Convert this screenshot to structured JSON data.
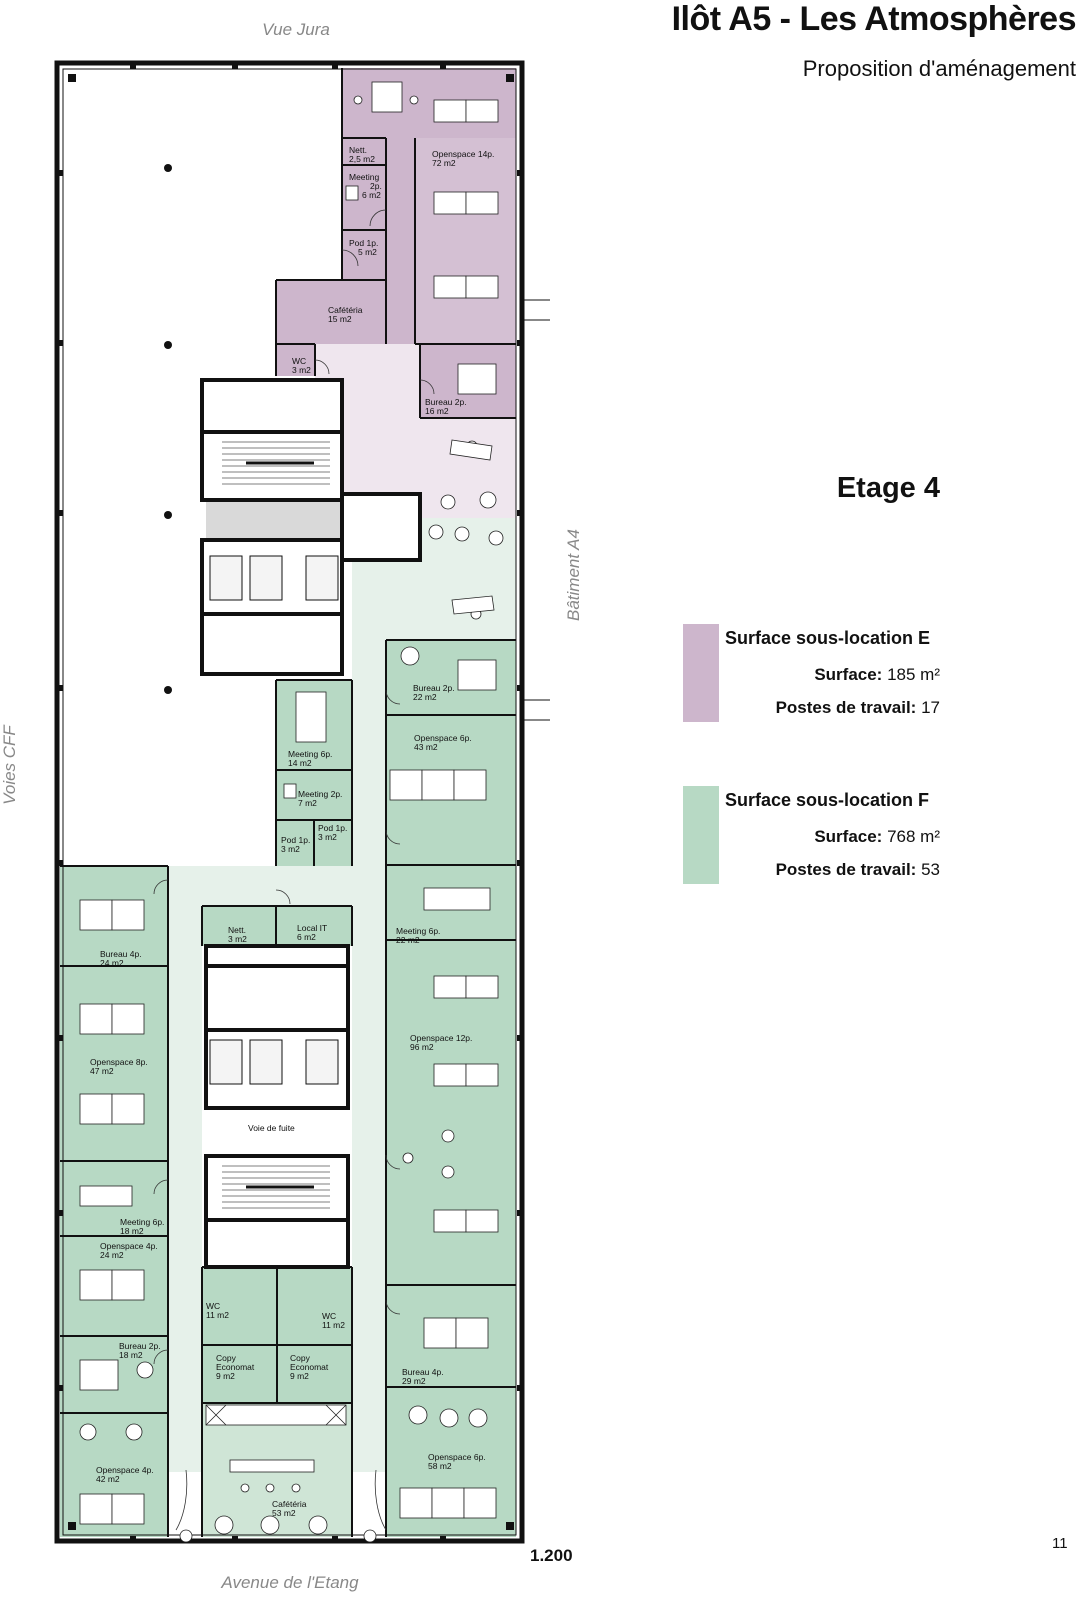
{
  "header": {
    "title": "Ilôt A5 - Les Atmosphères",
    "subtitle": "Proposition d'aménagement"
  },
  "orientation": {
    "top": "Vue Jura",
    "bottom": "Avenue de l'Etang",
    "left": "Voies CFF",
    "right": "Bâtiment A4"
  },
  "floor_label": "Etage  4",
  "legend": {
    "E": {
      "title": "Surface sous-location E",
      "surface_label": "Surface:",
      "surface_value": "185 m²",
      "posts_label": "Postes de travail:",
      "posts_value": "17",
      "color": "#cdb6cc"
    },
    "F": {
      "title": "Surface sous-location F",
      "surface_label": "Surface:",
      "surface_value": "768 m²",
      "posts_label": "Postes de travail:",
      "posts_value": "53",
      "color": "#b7d9c4"
    }
  },
  "scale": "1.200",
  "page_number": "11",
  "rooms": [
    {
      "id": "e_nett",
      "l1": "Nett.",
      "l2": "2,5 m2",
      "zone": "E"
    },
    {
      "id": "e_open14",
      "l1": "Openspace 14p.",
      "l2": "72 m2",
      "zone": "E"
    },
    {
      "id": "e_meet2",
      "l1": "Meeting",
      "l2": "2p.",
      "l3": "6 m2",
      "zone": "E"
    },
    {
      "id": "e_pod1",
      "l1": "Pod 1p.",
      "l2": "5 m2",
      "zone": "E"
    },
    {
      "id": "e_cafe",
      "l1": "Cafétéria",
      "l2": "15 m2",
      "zone": "E"
    },
    {
      "id": "e_wc",
      "l1": "WC",
      "l2": "3 m2",
      "zone": "E"
    },
    {
      "id": "e_bur2",
      "l1": "Bureau 2p.",
      "l2": "16 m2",
      "zone": "E"
    },
    {
      "id": "f_bur2a",
      "l1": "Bureau 2p.",
      "l2": "22 m2",
      "zone": "F"
    },
    {
      "id": "f_open6a",
      "l1": "Openspace 6p.",
      "l2": "43 m2",
      "zone": "F"
    },
    {
      "id": "f_meet6a",
      "l1": "Meeting 6p.",
      "l2": "14 m2",
      "zone": "F"
    },
    {
      "id": "f_meet2",
      "l1": "Meeting 2p.",
      "l2": "7 m2",
      "zone": "F"
    },
    {
      "id": "f_pod1a",
      "l1": "Pod 1p.",
      "l2": "3 m2",
      "zone": "F"
    },
    {
      "id": "f_pod1b",
      "l1": "Pod 1p.",
      "l2": "3 m2",
      "zone": "F"
    },
    {
      "id": "f_bur4a",
      "l1": "Bureau 4p.",
      "l2": "24 m2",
      "zone": "F"
    },
    {
      "id": "f_nett",
      "l1": "Nett.",
      "l2": "3 m2",
      "zone": "F"
    },
    {
      "id": "f_localit",
      "l1": "Local IT",
      "l2": "6 m2",
      "zone": "F"
    },
    {
      "id": "f_meet6b",
      "l1": "Meeting 6p.",
      "l2": "22 m2",
      "zone": "F"
    },
    {
      "id": "f_open8",
      "l1": "Openspace 8p.",
      "l2": "47 m2",
      "zone": "F"
    },
    {
      "id": "f_open12",
      "l1": "Openspace 12p.",
      "l2": "96 m2",
      "zone": "F"
    },
    {
      "id": "f_fuite",
      "l1": "Voie de fuite",
      "zone": "none"
    },
    {
      "id": "f_meet6c",
      "l1": "Meeting 6p.",
      "l2": "18 m2",
      "zone": "F"
    },
    {
      "id": "f_open4a",
      "l1": "Openspace 4p.",
      "l2": "24 m2",
      "zone": "F"
    },
    {
      "id": "f_wc1",
      "l1": "WC",
      "l2": "11 m2",
      "zone": "F"
    },
    {
      "id": "f_wc2",
      "l1": "WC",
      "l2": "11 m2",
      "zone": "F"
    },
    {
      "id": "f_bur2b",
      "l1": "Bureau 2p.",
      "l2": "18 m2",
      "zone": "F"
    },
    {
      "id": "f_copy1",
      "l1": "Copy",
      "l2": "Economat",
      "l3": "9 m2",
      "zone": "F"
    },
    {
      "id": "f_copy2",
      "l1": "Copy",
      "l2": "Economat",
      "l3": "9 m2",
      "zone": "F"
    },
    {
      "id": "f_bur4b",
      "l1": "Bureau 4p.",
      "l2": "29 m2",
      "zone": "F"
    },
    {
      "id": "f_open4b",
      "l1": "Openspace 4p.",
      "l2": "42 m2",
      "zone": "F"
    },
    {
      "id": "f_open6b",
      "l1": "Openspace 6p.",
      "l2": "58 m2",
      "zone": "F"
    },
    {
      "id": "f_cafe",
      "l1": "Cafétéria",
      "l2": "53 m2",
      "zone": "F"
    }
  ]
}
